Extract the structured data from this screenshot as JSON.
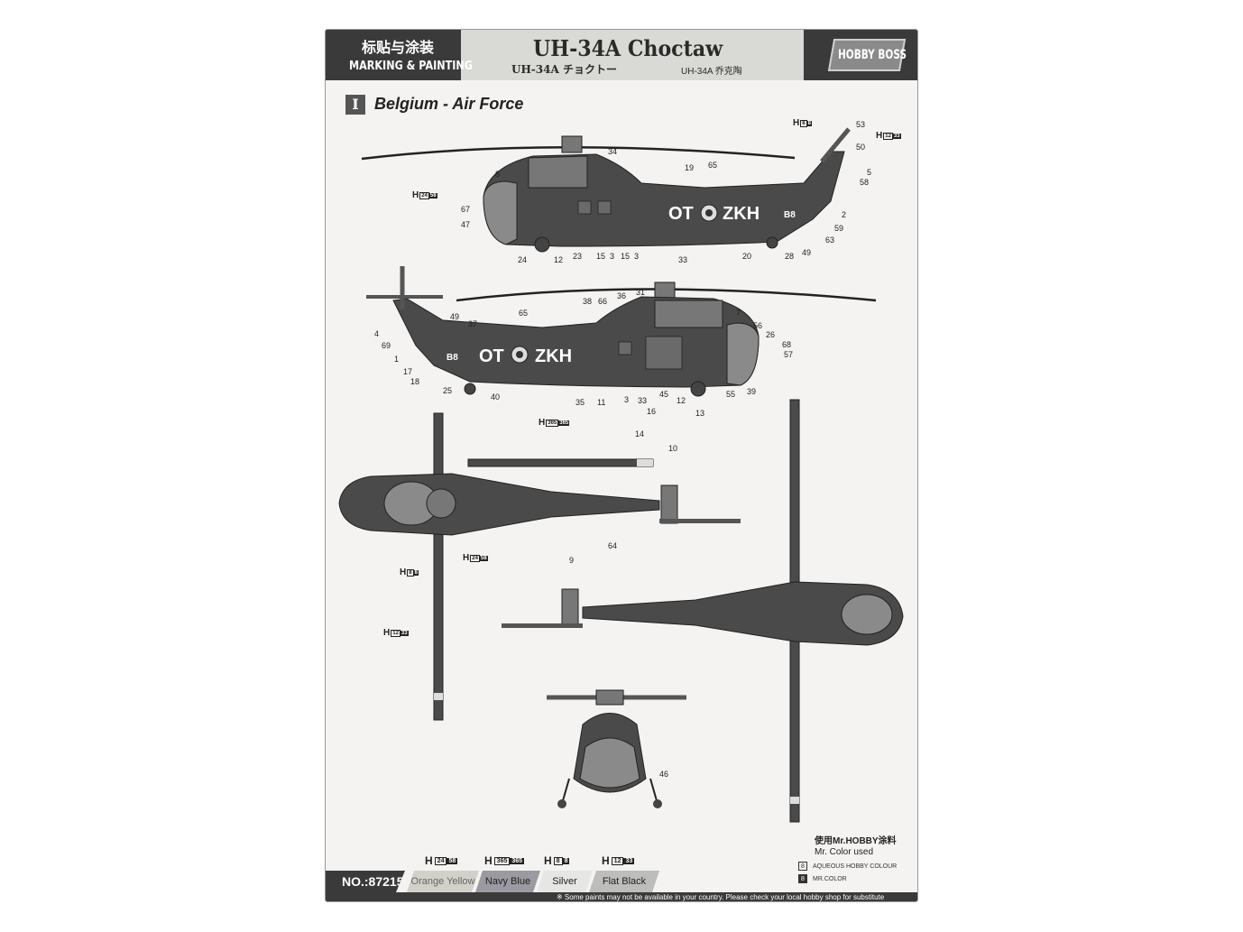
{
  "header": {
    "chinese_title": "标贴与涂装",
    "english_title": "MARKING & PAINTING",
    "model_name": "UH-34A  Choctaw",
    "japanese_name": "UH-34A  チョクトー",
    "chinese_name": "UH-34A  乔克陶",
    "brand": "HOBBY BOSS"
  },
  "scheme": {
    "number": "I",
    "title": "Belgium - Air Force"
  },
  "markings": {
    "roundel_code_left": "OT",
    "serial_right": "ZKH",
    "tail_code": "B8"
  },
  "callouts": {
    "side1": [
      "34",
      "8",
      "19",
      "65",
      "53",
      "50",
      "5",
      "58",
      "67",
      "47",
      "2",
      "59",
      "63",
      "49",
      "28",
      "20",
      "33",
      "3",
      "15",
      "3",
      "15",
      "23",
      "12",
      "24"
    ],
    "side2": [
      "38",
      "66",
      "36",
      "31",
      "7",
      "49",
      "37",
      "65",
      "56",
      "26",
      "68",
      "57",
      "4",
      "69",
      "1",
      "17",
      "18",
      "25",
      "40",
      "35",
      "11",
      "3",
      "33",
      "45",
      "16",
      "12",
      "13",
      "55",
      "39"
    ],
    "top": [
      "14",
      "10",
      "64"
    ],
    "bottom": [
      "9"
    ],
    "front": [
      "46"
    ]
  },
  "color_labels": {
    "side1_top": {
      "letter": "H",
      "a": "8",
      "b": "8"
    },
    "side1_tail": {
      "letter": "H",
      "a": "12",
      "b": "33"
    },
    "side1_nose": {
      "letter": "H",
      "a": "24",
      "b": "58"
    },
    "side2_belly": {
      "letter": "H",
      "a": "365",
      "b": "365"
    },
    "top_a": {
      "letter": "H",
      "a": "24",
      "b": "58"
    },
    "top_b": {
      "letter": "H",
      "a": "8",
      "b": "8"
    },
    "top_c": {
      "letter": "H",
      "a": "12",
      "b": "33"
    }
  },
  "paints": [
    {
      "letter": "H",
      "a": "24",
      "b": "58",
      "name": "Orange Yellow",
      "color": "#d3d0c9"
    },
    {
      "letter": "H",
      "a": "365",
      "b": "365",
      "name": "Navy Blue",
      "color": "#9a9aa0"
    },
    {
      "letter": "H",
      "a": "8",
      "b": "8",
      "name": "Silver",
      "color": "#e6e6e4"
    },
    {
      "letter": "H",
      "a": "12",
      "b": "33",
      "name": "Flat Black",
      "color": "#bdbdbb"
    }
  ],
  "paint_legend": {
    "title": "使用Mr.HOBBY涂料",
    "subtitle": "Mr. Color used",
    "aqueous_box": "8",
    "aqueous_label": "AQUEOUS HOBBY COLOUR",
    "mrcolor_box": "8",
    "mrcolor_label": "MR.COLOR"
  },
  "footer": {
    "kit_number": "NO.:87215",
    "note": "※ Some paints may not be available in your country. Please check your local hobby shop for substitute"
  },
  "colors": {
    "fuselage": "#4a4a4a",
    "nose": "#8a8a8a",
    "header_dark": "#3a3a3a",
    "paper": "#f4f3f1"
  }
}
